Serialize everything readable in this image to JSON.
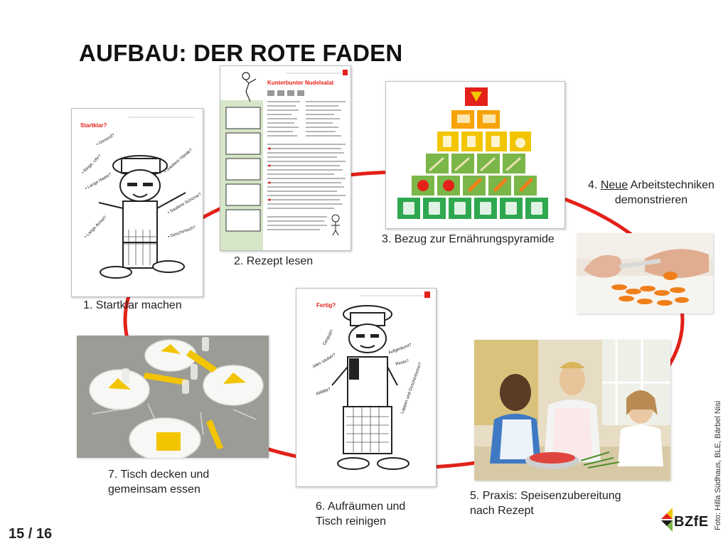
{
  "slide": {
    "title": "AUFBAU: DER ROTE FADEN",
    "page_number": "15 / 16",
    "photo_credit": "Foto: Hilla Südhaus, BLE, Bärbel Nisi"
  },
  "logo": {
    "text": "BZfE"
  },
  "steps": [
    {
      "label": "1. Startklar machen"
    },
    {
      "label": "2. Rezept lesen"
    },
    {
      "label": "3. Bezug zur Ernährungspyramide"
    },
    {
      "label_underlined": "Neue",
      "label_prefix": "4. ",
      "label_rest": " Arbeitstechniken",
      "label_line2": "demonstrieren"
    },
    {
      "label_line1": "5. Praxis: Speisenzubereitung",
      "label_line2": "nach Rezept"
    },
    {
      "label_line1": "6. Aufräumen und",
      "label_line2": "Tisch reinigen"
    },
    {
      "label_line1": "7. Tisch decken und",
      "label_line2": "gemeinsam essen"
    }
  ],
  "worksheets": {
    "startklar": {
      "heading": "Startklar?"
    },
    "rezept": {
      "heading": "Kunterbunter Nudelsalat"
    },
    "fertig": {
      "heading": "Fertig?"
    }
  },
  "colors": {
    "ring": "#e32119",
    "title": "#111111",
    "green": "#7ab648",
    "yellow": "#f2c500",
    "orange": "#f07f1a"
  }
}
